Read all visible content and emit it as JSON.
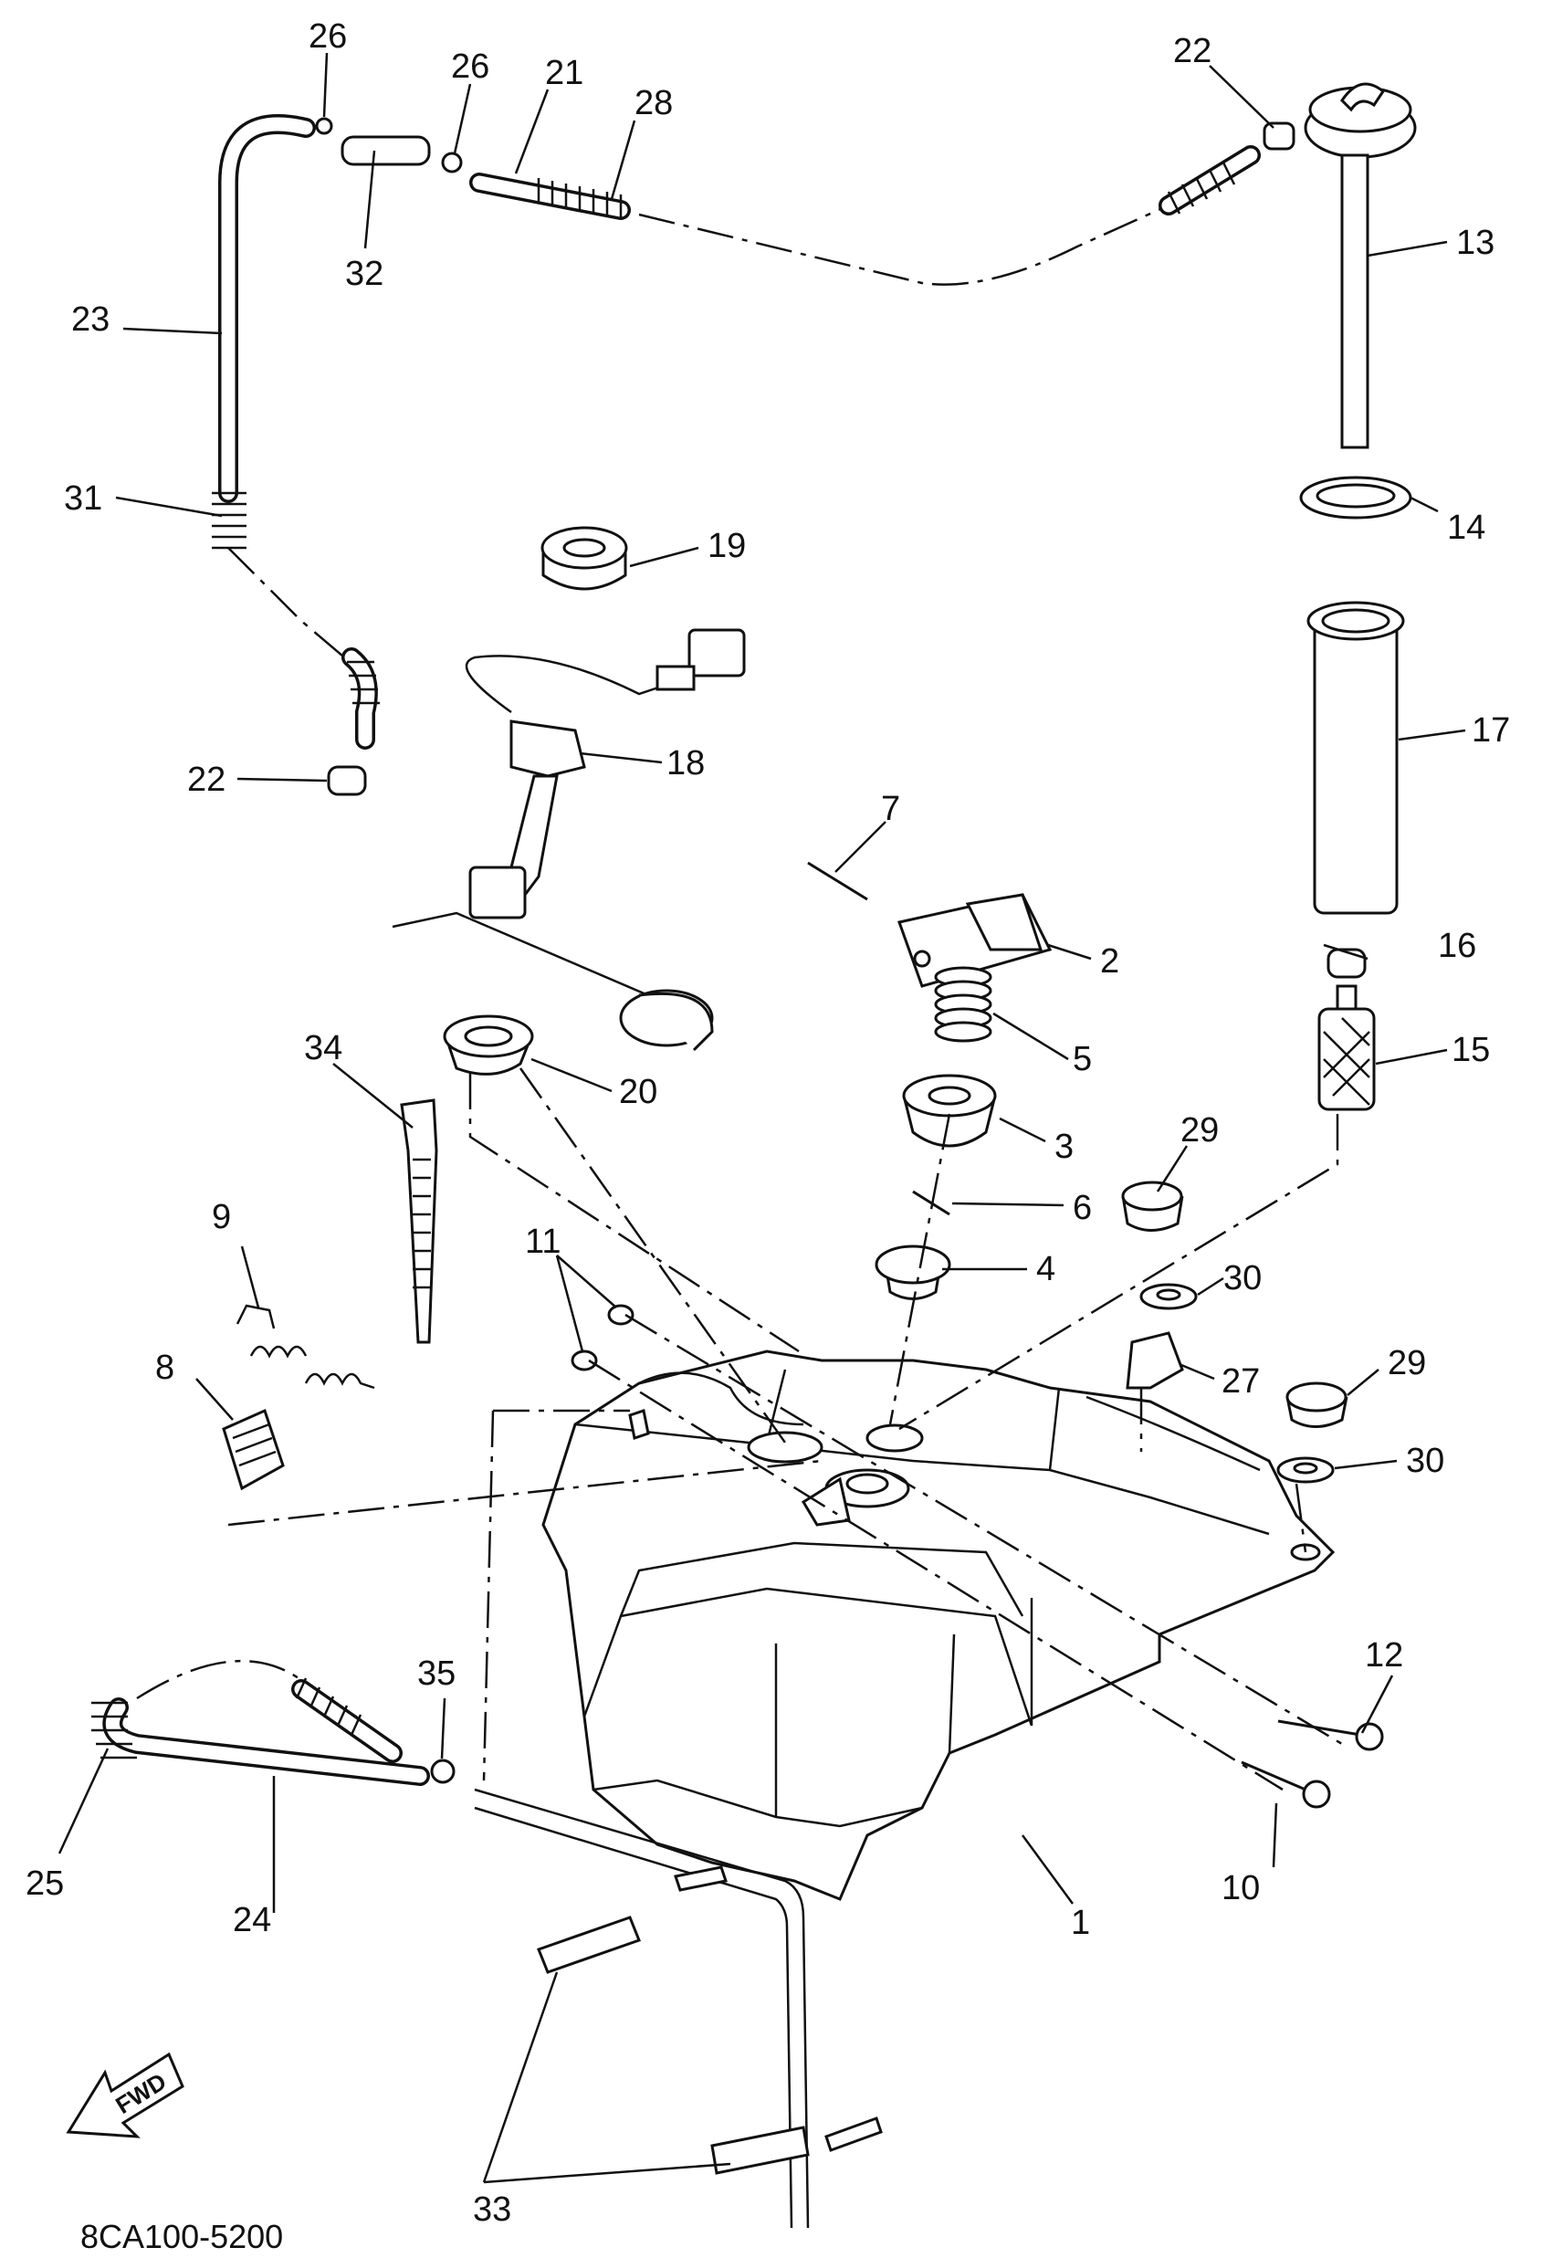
{
  "diagram": {
    "part_code": "8CA100-5200",
    "direction_badge": "FWD",
    "callouts": [
      {
        "id": "c26a",
        "text": "26"
      },
      {
        "id": "c26b",
        "text": "26"
      },
      {
        "id": "c21",
        "text": "21"
      },
      {
        "id": "c28",
        "text": "28"
      },
      {
        "id": "c22a",
        "text": "22"
      },
      {
        "id": "c13",
        "text": "13"
      },
      {
        "id": "c32",
        "text": "32"
      },
      {
        "id": "c23",
        "text": "23"
      },
      {
        "id": "c31",
        "text": "31"
      },
      {
        "id": "c14",
        "text": "14"
      },
      {
        "id": "c19",
        "text": "19"
      },
      {
        "id": "c17",
        "text": "17"
      },
      {
        "id": "c22b",
        "text": "22"
      },
      {
        "id": "c18",
        "text": "18"
      },
      {
        "id": "c7",
        "text": "7"
      },
      {
        "id": "c2",
        "text": "2"
      },
      {
        "id": "c16",
        "text": "16"
      },
      {
        "id": "c5",
        "text": "5"
      },
      {
        "id": "c15",
        "text": "15"
      },
      {
        "id": "c34",
        "text": "34"
      },
      {
        "id": "c20",
        "text": "20"
      },
      {
        "id": "c29a",
        "text": "29"
      },
      {
        "id": "c3",
        "text": "3"
      },
      {
        "id": "c9",
        "text": "9"
      },
      {
        "id": "c6",
        "text": "6"
      },
      {
        "id": "c11",
        "text": "11"
      },
      {
        "id": "c4",
        "text": "4"
      },
      {
        "id": "c30a",
        "text": "30"
      },
      {
        "id": "c8",
        "text": "8"
      },
      {
        "id": "c27",
        "text": "27"
      },
      {
        "id": "c29b",
        "text": "29"
      },
      {
        "id": "c30b",
        "text": "30"
      },
      {
        "id": "c12",
        "text": "12"
      },
      {
        "id": "c35",
        "text": "35"
      },
      {
        "id": "c25",
        "text": "25"
      },
      {
        "id": "c24",
        "text": "24"
      },
      {
        "id": "c10",
        "text": "10"
      },
      {
        "id": "c1",
        "text": "1"
      },
      {
        "id": "c33",
        "text": "33"
      }
    ]
  }
}
